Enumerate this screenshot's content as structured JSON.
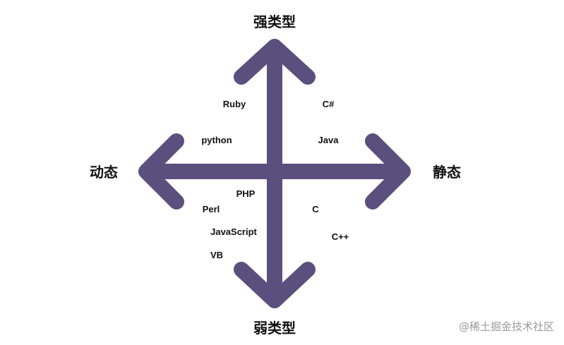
{
  "diagram": {
    "arrow_color": "#5b4f7e",
    "axes": {
      "top": "强类型",
      "bottom": "弱类型",
      "left": "动态",
      "right": "静态"
    },
    "languages": {
      "ruby": "Ruby",
      "csharp": "C#",
      "python": "python",
      "java": "Java",
      "php": "PHP",
      "perl": "Perl",
      "c": "C",
      "javascript": "JavaScript",
      "cpp": "C++",
      "vb": "VB"
    }
  },
  "watermark": "@稀土掘金技术社区"
}
